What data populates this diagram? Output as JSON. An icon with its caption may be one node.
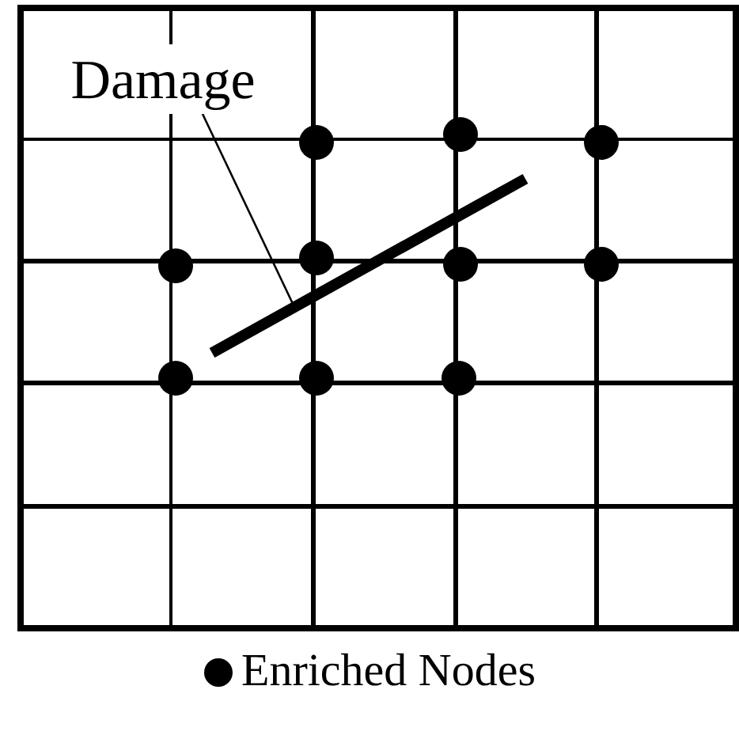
{
  "diagram": {
    "nodes": [
      {
        "text": [
          "Damage"
        ]
      },
      {
        "text": [],
        "shape": "bar"
      }
    ],
    "edges": [
      {
        "from": 0,
        "to": 1,
        "arrow": "none"
      }
    ],
    "legend": [
      {
        "text": "Enriched Nodes"
      }
    ]
  }
}
